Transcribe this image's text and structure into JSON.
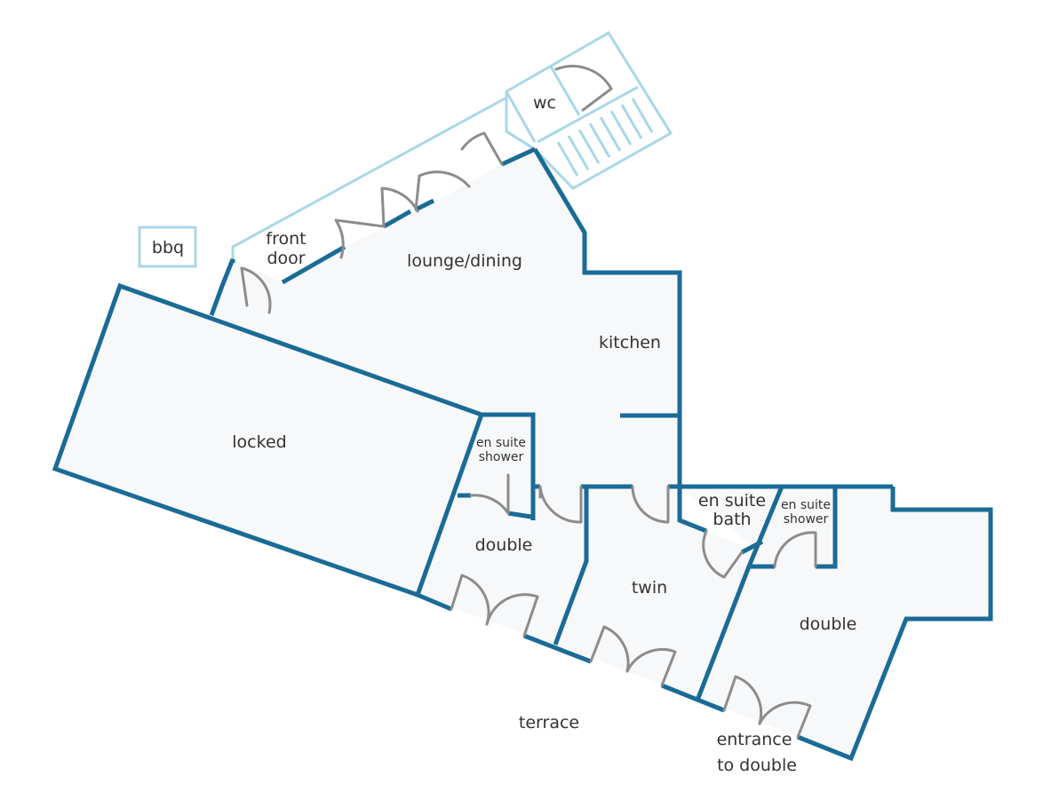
{
  "rooms": {
    "wc": "wc",
    "bbq": "bbq",
    "front_door_line1": "front",
    "front_door_line2": "door",
    "lounge_dining": "lounge/dining",
    "kitchen": "kitchen",
    "locked": "locked",
    "en_suite_shower_1_line1": "en suite",
    "en_suite_shower_1_line2": "shower",
    "double_1": "double",
    "twin": "twin",
    "en_suite_bath_line1": "en suite",
    "en_suite_bath_line2": "bath",
    "en_suite_shower_2_line1": "en suite",
    "en_suite_shower_2_line2": "shower",
    "double_2": "double",
    "terrace": "terrace",
    "entrance_line1": "entrance",
    "entrance_line2": "to double"
  },
  "colors": {
    "wall": "#1a6b96",
    "outdoor_outline": "#a9d7e8",
    "door": "#8c8c8c",
    "floor": "#f7f8f9",
    "text": "#333333"
  }
}
